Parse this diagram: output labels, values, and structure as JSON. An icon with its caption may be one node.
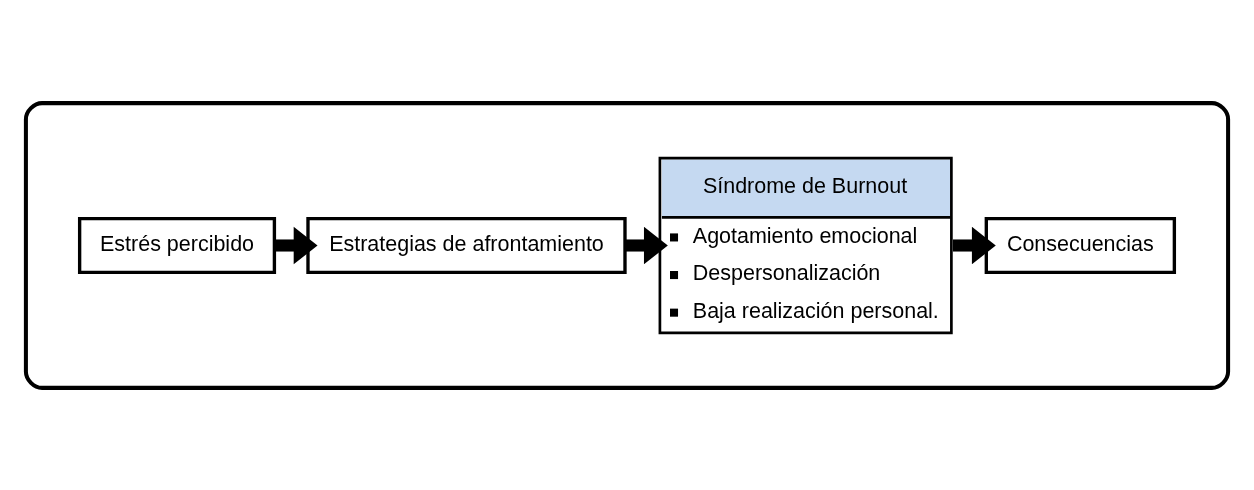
{
  "diagram": {
    "nodes": [
      {
        "text": [],
        "shape": "box"
      },
      {
        "text": [
          "Estrés percibido"
        ],
        "in": 0
      },
      {
        "text": [
          "Estrategias de afrontamiento"
        ],
        "in": 0
      },
      {
        "text": [
          "Síndrome de Burnout",
          "Agotamiento emocional",
          "Despersonalización",
          "Baja realización personal."
        ],
        "in": 0
      },
      {
        "text": [
          "Consecuencias"
        ],
        "in": 0
      }
    ],
    "edges": [
      {
        "from": 1,
        "to": 2,
        "arrow": "to"
      },
      {
        "from": 2,
        "to": 3,
        "arrow": "to"
      },
      {
        "from": 3,
        "to": 4,
        "arrow": "to"
      }
    ]
  }
}
